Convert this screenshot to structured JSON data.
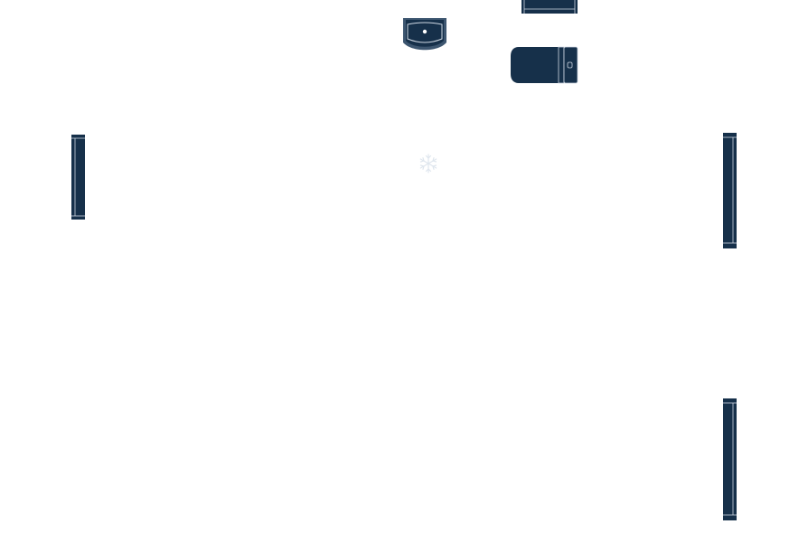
{
  "floor_plan": {
    "fill_color": "#16304a",
    "line_color": "#cfd8e3",
    "fixtures": [
      {
        "name": "wall-radiator-left",
        "icon": "radiator-icon",
        "orientation": "vertical"
      },
      {
        "name": "wall-radiator-right-upper",
        "icon": "radiator-icon",
        "orientation": "vertical"
      },
      {
        "name": "wall-radiator-right-lower",
        "icon": "radiator-icon",
        "orientation": "vertical"
      },
      {
        "name": "wall-radiator-top",
        "icon": "radiator-icon",
        "orientation": "horizontal"
      },
      {
        "name": "washbasin",
        "icon": "washbasin-icon"
      },
      {
        "name": "toilet",
        "icon": "toilet-icon"
      },
      {
        "name": "snowflake-marker",
        "icon": "snowflake-icon"
      }
    ]
  }
}
